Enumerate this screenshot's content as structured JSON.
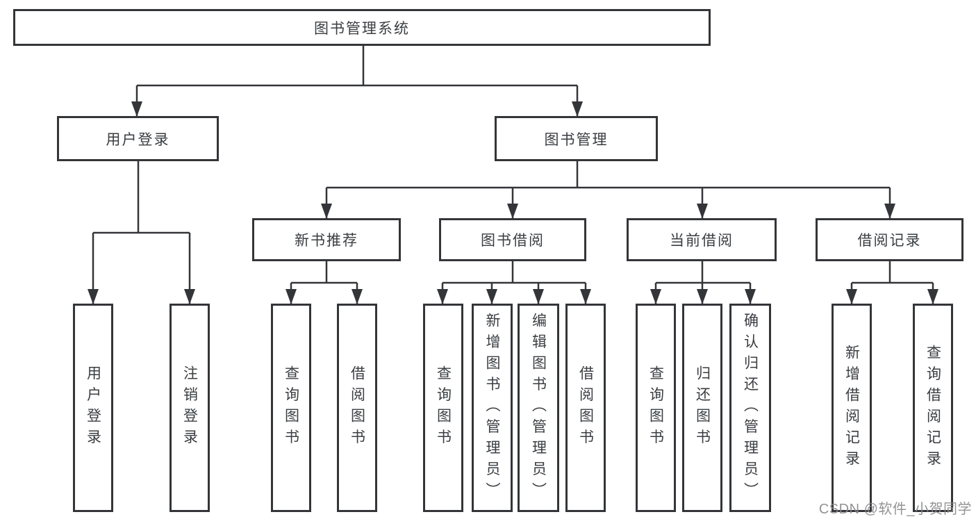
{
  "diagram": {
    "nodes": {
      "root": {
        "label": "图书管理系统"
      },
      "user_login": {
        "label": "用户登录"
      },
      "book_mgmt": {
        "label": "图书管理"
      },
      "new_book_rec": {
        "label": "新书推荐"
      },
      "book_borrow": {
        "label": "图书借阅"
      },
      "current_borrow": {
        "label": "当前借阅"
      },
      "borrow_records": {
        "label": "借阅记录"
      },
      "leaf_user_login": {
        "label": "用户登录"
      },
      "leaf_logout": {
        "label": "注销登录"
      },
      "leaf_query_book_1": {
        "label": "查询图书"
      },
      "leaf_borrow_book_1": {
        "label": "借阅图书"
      },
      "leaf_query_book_2": {
        "label": "查询图书"
      },
      "leaf_add_book": {
        "label": "新增图书（管理员）"
      },
      "leaf_edit_book": {
        "label": "编辑图书（管理员）"
      },
      "leaf_borrow_book_2": {
        "label": "借阅图书"
      },
      "leaf_query_book_3": {
        "label": "查询图书"
      },
      "leaf_return_book": {
        "label": "归还图书"
      },
      "leaf_confirm_return": {
        "label": "确认归还（管理员）"
      },
      "leaf_add_borrow_record": {
        "label": "新增借阅记录"
      },
      "leaf_query_borrow_record": {
        "label": "查询借阅记录"
      }
    },
    "edges": [
      [
        "root",
        "user_login"
      ],
      [
        "root",
        "book_mgmt"
      ],
      [
        "user_login",
        "leaf_user_login"
      ],
      [
        "user_login",
        "leaf_logout"
      ],
      [
        "book_mgmt",
        "new_book_rec"
      ],
      [
        "book_mgmt",
        "book_borrow"
      ],
      [
        "book_mgmt",
        "current_borrow"
      ],
      [
        "book_mgmt",
        "borrow_records"
      ],
      [
        "new_book_rec",
        "leaf_query_book_1"
      ],
      [
        "new_book_rec",
        "leaf_borrow_book_1"
      ],
      [
        "book_borrow",
        "leaf_query_book_2"
      ],
      [
        "book_borrow",
        "leaf_add_book"
      ],
      [
        "book_borrow",
        "leaf_edit_book"
      ],
      [
        "book_borrow",
        "leaf_borrow_book_2"
      ],
      [
        "current_borrow",
        "leaf_query_book_3"
      ],
      [
        "current_borrow",
        "leaf_return_book"
      ],
      [
        "current_borrow",
        "leaf_confirm_return"
      ],
      [
        "borrow_records",
        "leaf_add_borrow_record"
      ],
      [
        "borrow_records",
        "leaf_query_borrow_record"
      ]
    ],
    "colors": {
      "line": "#333538",
      "text": "#3a3d41",
      "box_background": "#ffffff",
      "page_background": "#ffffff",
      "watermark": "#8a8a8a"
    }
  },
  "watermark": {
    "text": "CSDN @软件_小贺同学"
  }
}
